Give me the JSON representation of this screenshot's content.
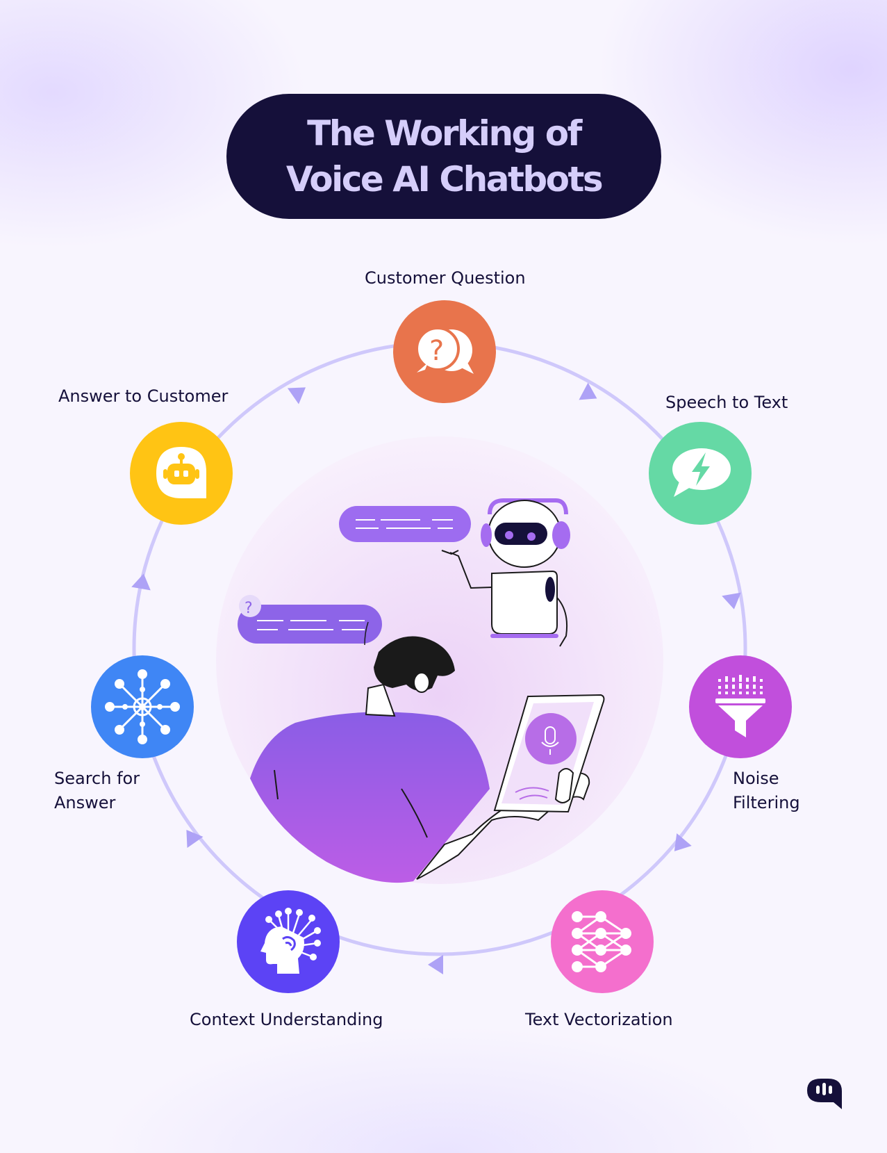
{
  "title": {
    "line1": "The Working of",
    "line2": "Voice AI Chatbots"
  },
  "steps": [
    {
      "label": "Customer Question",
      "icon": "question-chat-icon",
      "color": "#e8744c"
    },
    {
      "label": "Speech to Text",
      "icon": "lightning-speech-icon",
      "color": "#65d9a5"
    },
    {
      "label": "Noise Filtering",
      "icon": "filter-funnel-icon",
      "color": "#c14fdc"
    },
    {
      "label": "Text Vectorization",
      "icon": "neural-network-icon",
      "color": "#f46fcd"
    },
    {
      "label": "Context Understanding",
      "icon": "brain-head-icon",
      "color": "#5c43f5"
    },
    {
      "label": "Search for Answer",
      "icon": "network-hub-icon",
      "color": "#3f86f5"
    },
    {
      "label": "Answer to Customer",
      "icon": "robot-bubble-icon",
      "color": "#ffc414"
    }
  ],
  "colors": {
    "title_bg": "#15103a",
    "title_text": "#d5cdfa",
    "ring": "#cfc8fb",
    "arrow": "#aea2f6",
    "accent_purple": "#9d6cf0"
  },
  "logo_icon": "voice-chat-logo-icon"
}
